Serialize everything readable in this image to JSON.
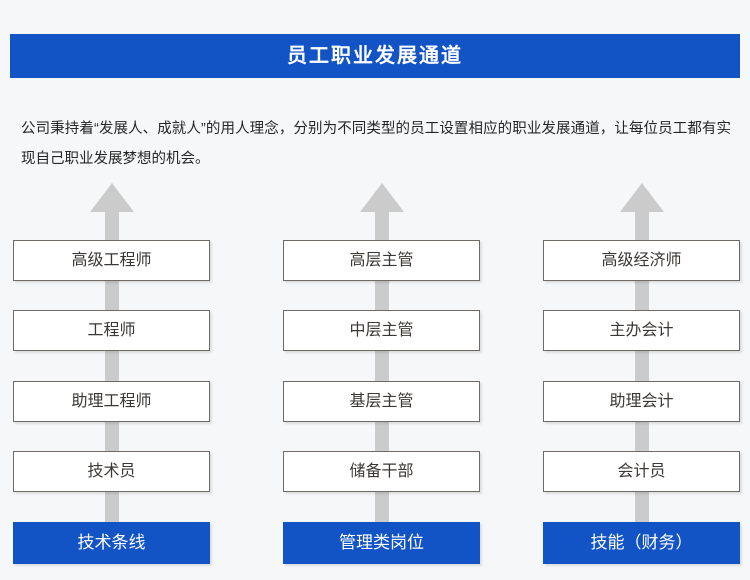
{
  "page": {
    "title": "员工职业发展通道",
    "description": "公司秉持着“发展人、成就人”的用人理念，分别为不同类型的员工设置相应的职业发展通道，让每位员工都有实现自己职业发展梦想的机会。"
  },
  "colors": {
    "accent_blue": "#1253c5",
    "arrow_gray": "#cbcbcb",
    "box_border": "#6f6a66",
    "background": "#f6f7f8",
    "box_text": "#3b3735"
  },
  "channels": [
    {
      "name": "技术条线",
      "levels": [
        "高级工程师",
        "工程师",
        "助理工程师",
        "技术员"
      ]
    },
    {
      "name": "管理类岗位",
      "levels": [
        "高层主管",
        "中层主管",
        "基层主管",
        "储备干部"
      ]
    },
    {
      "name": "技能（财务）",
      "levels": [
        "高级经济师",
        "主办会计",
        "助理会计",
        "会计员"
      ]
    }
  ]
}
